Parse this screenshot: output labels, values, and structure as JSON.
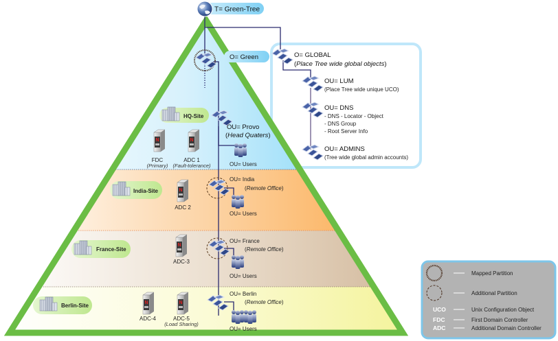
{
  "tree": {
    "label": "T= Green-Tree",
    "icon": "globe-icon"
  },
  "organization": {
    "label": "O= Green",
    "icon": "partition-icon"
  },
  "global": {
    "org": {
      "label": "O= GLOBAL",
      "sublabel": "Place Tree wide global objects"
    },
    "units": [
      {
        "label": "OU= LUM",
        "lines": [
          "(Place Tree wide unique UCO)"
        ]
      },
      {
        "label": "OU= DNS",
        "lines": [
          "- DNS - Locator - Object",
          "- DNS Group",
          "- Root Server Info"
        ]
      },
      {
        "label": "OU= ADMINS",
        "lines": [
          "(Tree wide global admin accounts)"
        ]
      }
    ]
  },
  "sites": [
    {
      "name": "HQ-Site",
      "band_color": "#7fd3f5",
      "ou": {
        "label": "OU= Provo",
        "sublabel": "Head Quaters"
      },
      "users": "OU= Users",
      "servers": [
        {
          "name": "FDC",
          "note": "(Primary)"
        },
        {
          "name": "ADC 1",
          "note": "(Fault-tolerance)"
        }
      ]
    },
    {
      "name": "India-Site",
      "band_color": "#fbb363",
      "ou": {
        "label": "OU= India",
        "sublabel": "Remote Office"
      },
      "users": "OU= Users",
      "servers": [
        {
          "name": "ADC 2",
          "note": ""
        }
      ]
    },
    {
      "name": "France-Site",
      "band_color": "#d9c3aa",
      "ou": {
        "label": "OU= France",
        "sublabel": "Remote Office"
      },
      "users": "OU= Users",
      "servers": [
        {
          "name": "ADC-3",
          "note": ""
        }
      ]
    },
    {
      "name": "Berlin-Site",
      "band_color": "#f7f6a8",
      "ou": {
        "label": "OU= Berlin",
        "sublabel": "Remote Office"
      },
      "users": "OU= Users",
      "servers": [
        {
          "name": "ADC-4",
          "note": ""
        },
        {
          "name": "ADC-5",
          "note": "(Load Sharing)"
        }
      ]
    }
  ],
  "legend": {
    "items": [
      {
        "symbol": "mapped-partition-circle",
        "text": "Mapped Partition"
      },
      {
        "symbol": "additional-partition-circle",
        "text": "Additional Partition"
      },
      {
        "abbr": "UCO",
        "text": "Unix Configuration Object"
      },
      {
        "abbr": "FDC",
        "text": "First Domain Controller"
      },
      {
        "abbr": "ADC",
        "text": "Additional Domain Controller"
      }
    ]
  },
  "colors": {
    "pyramid_border": "#6bbd45",
    "connector": "#2a2a6e",
    "label_pill": "#8fd6f5",
    "site_pill": "#c9ec9e",
    "legend_bg": "#b0b0b0",
    "legend_border": "#7ec6ea"
  }
}
